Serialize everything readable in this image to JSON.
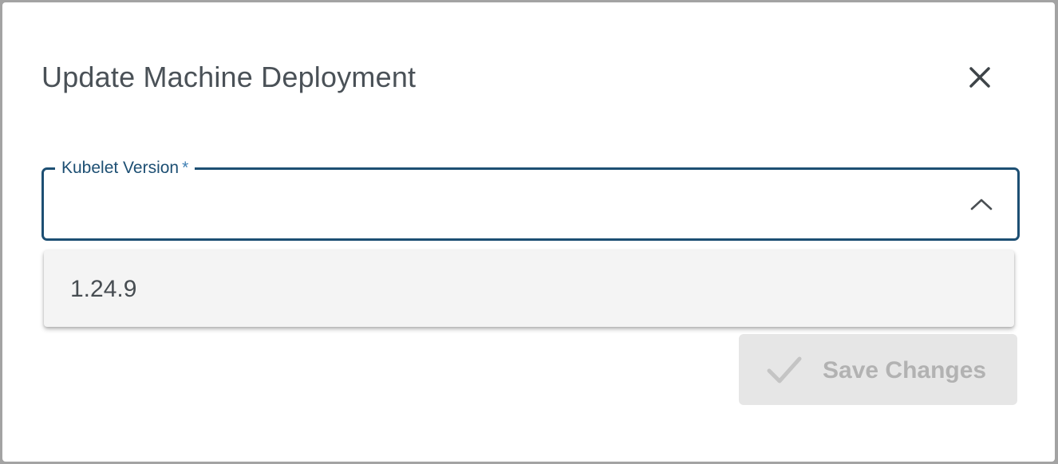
{
  "dialog": {
    "title": "Update Machine Deployment",
    "close_icon": "close-icon"
  },
  "kubelet_field": {
    "label": "Kubelet Version",
    "required_marker": "*",
    "value": "",
    "toggle_icon": "chevron-up-icon",
    "expanded": true
  },
  "dropdown": {
    "options": [
      {
        "label": "1.24.9"
      }
    ]
  },
  "actions": {
    "save_label": "Save Changes",
    "save_icon": "checkmark-icon",
    "save_enabled": false
  },
  "colors": {
    "field_border": "#1d4f73",
    "field_label": "#1d4f73",
    "required_marker": "#3f7fb3",
    "title_text": "#4a5157",
    "disabled_button_bg": "#e6e6e6",
    "disabled_button_text": "#b2b2b2"
  }
}
